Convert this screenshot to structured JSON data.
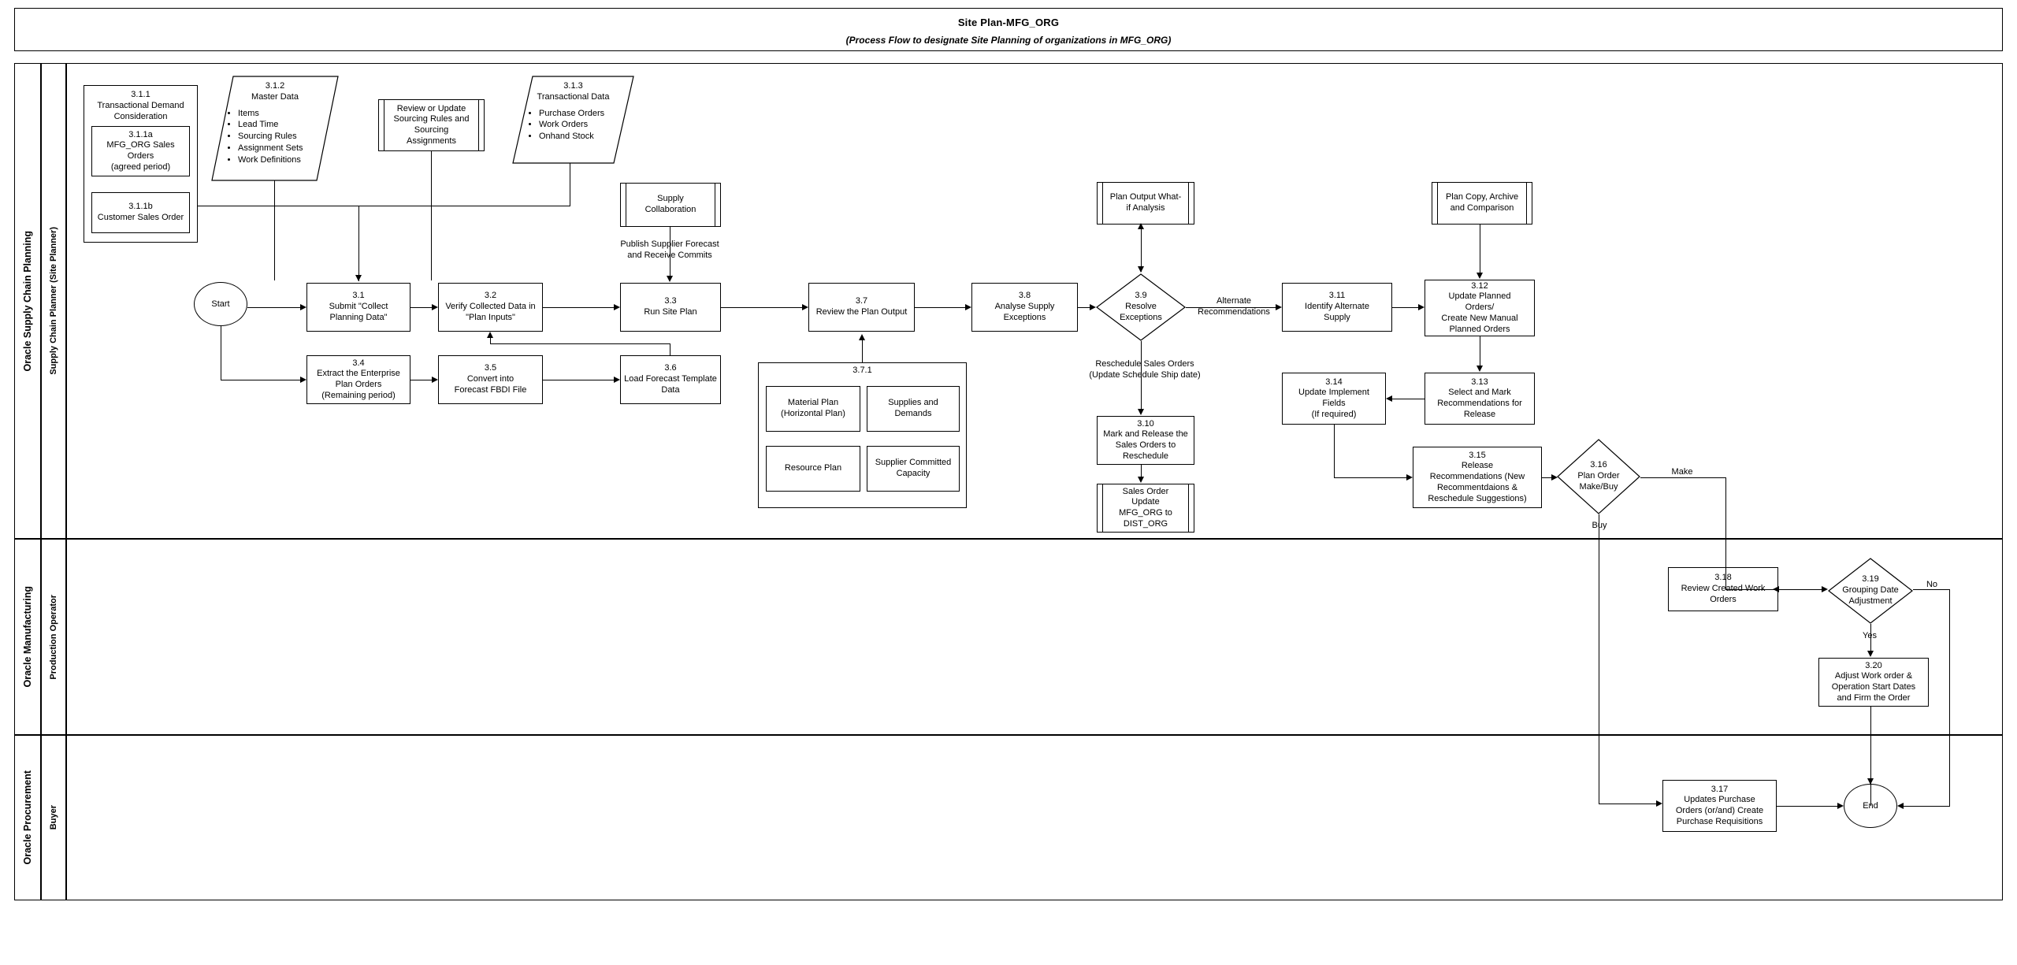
{
  "header": {
    "title": "Site Plan-MFG_ORG",
    "subtitle": "(Process Flow to designate Site Planning of organizations in MFG_ORG)"
  },
  "lanes": [
    {
      "id": "scp",
      "title": "Oracle Supply Chain Planning",
      "role": "Supply Chain Planner (Site Planner)"
    },
    {
      "id": "mfg",
      "title": "Oracle Manufacturing",
      "role": "Production Operator"
    },
    {
      "id": "proc",
      "title": "Oracle Procurement",
      "role": "Buyer"
    }
  ],
  "nodes": {
    "start": {
      "label": "Start"
    },
    "end": {
      "label": "End"
    },
    "n311": {
      "num": "3.1.1",
      "label": "Transactional Demand\nConsideration"
    },
    "n311a": {
      "num": "3.1.1a",
      "label": "MFG_ORG Sales\nOrders\n(agreed period)"
    },
    "n311b": {
      "num": "3.1.1b",
      "label": "Customer Sales Order"
    },
    "n312": {
      "num": "3.1.2",
      "label": "Master Data",
      "items": [
        "Items",
        "Lead Time",
        "Sourcing Rules",
        "Assignment Sets",
        "Work Definitions"
      ]
    },
    "review_sourcing": {
      "label": "Review or Update\nSourcing Rules and\nSourcing\nAssignments"
    },
    "n313": {
      "num": "3.1.3",
      "label": "Transactional Data",
      "items": [
        "Purchase Orders",
        "Work Orders",
        "Onhand Stock"
      ]
    },
    "supply_collab": {
      "label": "Supply\nCollaboration"
    },
    "n31": {
      "num": "3.1",
      "label": "Submit \"Collect\nPlanning Data\""
    },
    "n32": {
      "num": "3.2",
      "label": "Verify Collected Data in\n\"Plan Inputs\""
    },
    "n33": {
      "num": "3.3",
      "label": "Run Site Plan"
    },
    "n34": {
      "num": "3.4",
      "label": "Extract the Enterprise\nPlan Orders\n(Remaining period)"
    },
    "n35": {
      "num": "3.5",
      "label": "Convert into\nForecast FBDI File"
    },
    "n36": {
      "num": "3.6",
      "label": "Load Forecast Template\nData"
    },
    "n37": {
      "num": "3.7",
      "label": "Review the Plan Output"
    },
    "n371": {
      "num": "3.7.1",
      "children": [
        {
          "label": "Material Plan\n(Horizontal Plan)"
        },
        {
          "label": "Supplies and\nDemands"
        },
        {
          "label": "Resource Plan"
        },
        {
          "label": "Supplier Committed\nCapacity"
        }
      ]
    },
    "n38": {
      "num": "3.8",
      "label": "Analyse Supply\nExceptions"
    },
    "n39": {
      "num": "3.9",
      "label": "Resolve\nExceptions"
    },
    "plan_whatif": {
      "label": "Plan Output What-\nif Analysis"
    },
    "n310": {
      "num": "3.10",
      "label": "Mark and Release the\nSales Orders to\nReschedule"
    },
    "so_update": {
      "label": "Sales Order\nUpdate\nMFG_ORG to\nDIST_ORG"
    },
    "n311_alt": {
      "num": "3.11",
      "label": "Identify Alternate\nSupply"
    },
    "plan_copy": {
      "label": "Plan Copy, Archive\nand Comparison"
    },
    "n312_upd": {
      "num": "3.12",
      "label": "Update Planned\nOrders/\nCreate New Manual\nPlanned Orders"
    },
    "n313_sel": {
      "num": "3.13",
      "label": "Select and Mark\nRecommendations for\nRelease"
    },
    "n314": {
      "num": "3.14",
      "label": "Update Implement\nFields\n(If required)"
    },
    "n315": {
      "num": "3.15",
      "label": "Release\nRecommendations (New\nRecommentdaions &\nReschedule Suggestions)"
    },
    "n316": {
      "num": "3.16",
      "label": "Plan Order\nMake/Buy"
    },
    "n317": {
      "num": "3.17",
      "label": "Updates Purchase\nOrders (or/and) Create\nPurchase Requisitions"
    },
    "n318": {
      "num": "3.18",
      "label": "Review Created Work\nOrders"
    },
    "n319": {
      "num": "3.19",
      "label": "Grouping Date\nAdjustment"
    },
    "n320": {
      "num": "3.20",
      "label": "Adjust Work order &\nOperation Start Dates\nand Firm the Order"
    }
  },
  "edge_labels": {
    "publish_forecast": "Publish Supplier Forecast\nand Receive Commits",
    "alternate_recommendations": "Alternate\nRecommendations",
    "reschedule_sales_orders": "Reschedule Sales Orders\n(Update Schedule Ship date)",
    "make": "Make",
    "buy": "Buy",
    "yes": "Yes",
    "no": "No"
  },
  "chart_data": {
    "type": "diagram",
    "diagram_type": "swimlane-flowchart",
    "title": "Site Plan-MFG_ORG",
    "lane_count": 3
  }
}
